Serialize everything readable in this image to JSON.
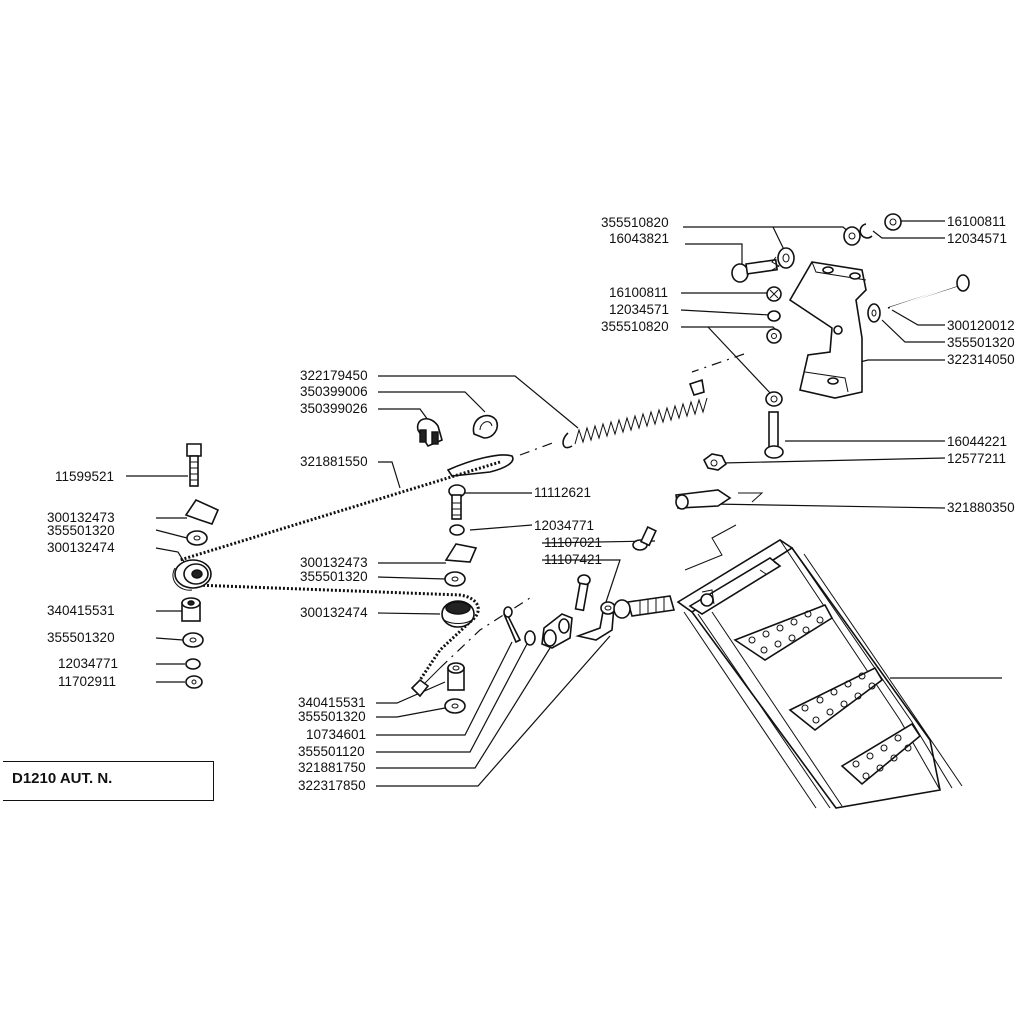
{
  "title_block": {
    "text": "D1210  AUT. N."
  },
  "labels": [
    {
      "id": "l1",
      "text": "355510820"
    },
    {
      "id": "l2",
      "text": "16043821"
    },
    {
      "id": "l3",
      "text": "16100811"
    },
    {
      "id": "l4",
      "text": "12034571"
    },
    {
      "id": "l5",
      "text": "16100811"
    },
    {
      "id": "l6",
      "text": "12034571"
    },
    {
      "id": "l7",
      "text": "355510820"
    },
    {
      "id": "l8",
      "text": "300120012"
    },
    {
      "id": "l9",
      "text": "355501320"
    },
    {
      "id": "l10",
      "text": "322314050"
    },
    {
      "id": "l11",
      "text": "322179450"
    },
    {
      "id": "l12",
      "text": "350399006"
    },
    {
      "id": "l13",
      "text": "350399026"
    },
    {
      "id": "l14",
      "text": "16044221"
    },
    {
      "id": "l15",
      "text": "12577211"
    },
    {
      "id": "l16",
      "text": "321881550"
    },
    {
      "id": "l17",
      "text": "321880350"
    },
    {
      "id": "l18",
      "text": "11599521"
    },
    {
      "id": "l19",
      "text": "11112621"
    },
    {
      "id": "l20",
      "text": "300132473"
    },
    {
      "id": "l21",
      "text": "355501320"
    },
    {
      "id": "l22",
      "text": "12034771"
    },
    {
      "id": "l23",
      "text": "300132474"
    },
    {
      "id": "l24",
      "text": "11107021"
    },
    {
      "id": "l25",
      "text": "11107421"
    },
    {
      "id": "l26",
      "text": "300132473"
    },
    {
      "id": "l27",
      "text": "355501320"
    },
    {
      "id": "l28",
      "text": "340415531"
    },
    {
      "id": "l29",
      "text": "300132474"
    },
    {
      "id": "l30",
      "text": "355501320"
    },
    {
      "id": "l31",
      "text": "12034771"
    },
    {
      "id": "l32",
      "text": "11702911"
    },
    {
      "id": "l33",
      "text": "340415531"
    },
    {
      "id": "l34",
      "text": "355501320"
    },
    {
      "id": "l35",
      "text": "10734601"
    },
    {
      "id": "l36",
      "text": "355501120"
    },
    {
      "id": "l37",
      "text": "321881750"
    },
    {
      "id": "l38",
      "text": "322317850"
    }
  ]
}
